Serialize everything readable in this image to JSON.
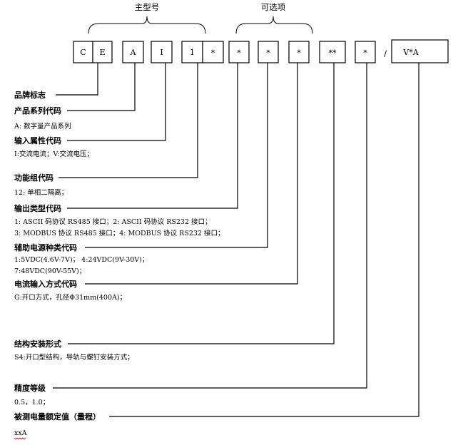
{
  "groups": {
    "main_model": "主型号",
    "optional": "可选项"
  },
  "code_boxes": [
    "C",
    "E",
    "A",
    "I",
    "1",
    "*",
    "*",
    "*",
    "*",
    "**",
    "*"
  ],
  "separator": "/",
  "unit_box": "V*A",
  "fields": [
    {
      "title": "品牌标志",
      "lines": []
    },
    {
      "title": "产品系列代码",
      "lines": [
        "A: 数字量产品系列"
      ]
    },
    {
      "title": "输入属性代码",
      "lines": [
        "I:交流电流；V:交流电压；"
      ]
    },
    {
      "title": "功能组代码",
      "lines": [
        "12: 单相二隔离；"
      ]
    },
    {
      "title": "输出类型代码",
      "lines": [
        "1: ASCII 码协议 RS485 接口；2: ASCII 码协议 RS232 接口；",
        "3: MODBUS 协议 RS485 接口；4: MODBUS 协议 RS232 接口；"
      ]
    },
    {
      "title": "辅助电源种类代码",
      "lines": [
        "1:5VDC(4.6V-7V)；  4:24VDC(9V-30V)；",
        "7:48VDC(90V-55V)；"
      ]
    },
    {
      "title": "电流输入方式代码",
      "lines": [
        "G:开口方式，孔径Φ31mm(400A)；"
      ]
    },
    {
      "title": "结构安装形式",
      "lines": [
        "S4:开口型结构，导轨与螺钉安装方式；"
      ]
    },
    {
      "title": "精度等级",
      "lines": [
        "0.5，1.0；"
      ]
    },
    {
      "title": "被测电量额定值（量程）",
      "lines": [
        "xxA"
      ]
    }
  ]
}
